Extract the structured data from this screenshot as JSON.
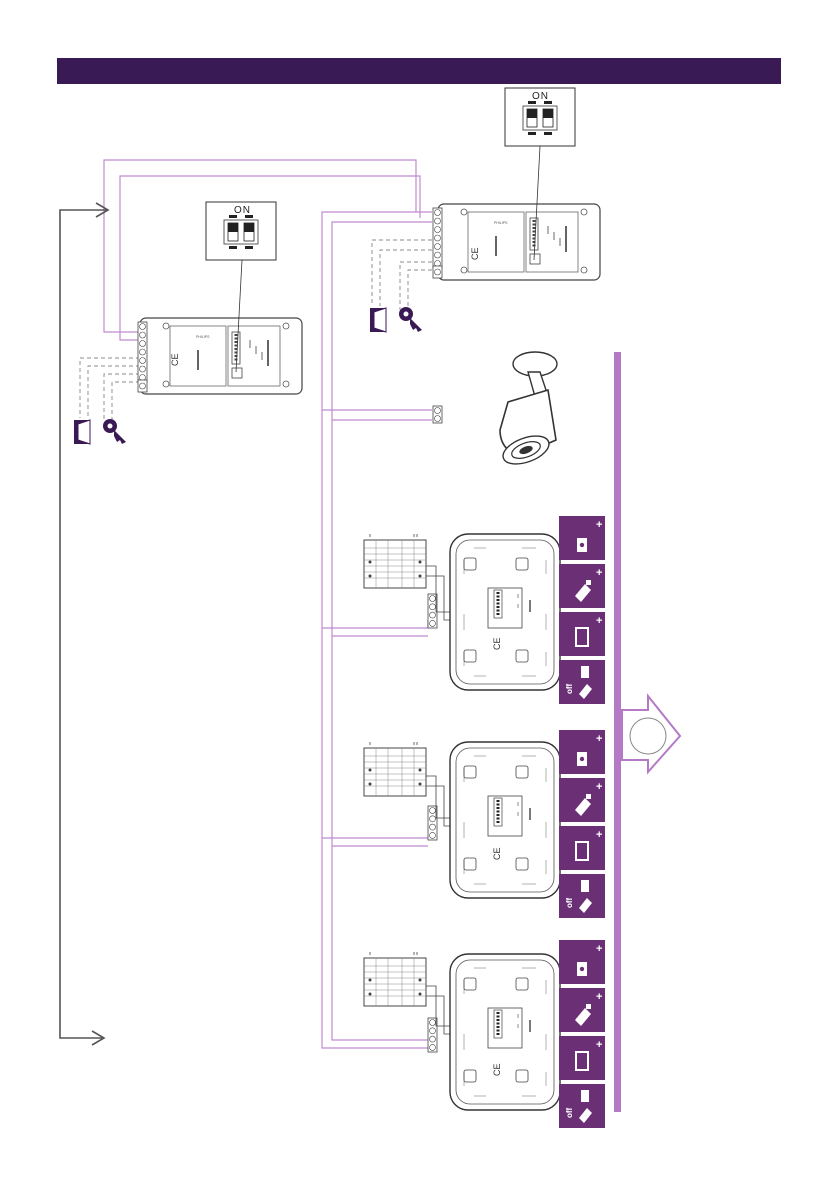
{
  "dip_switch_label": "ON",
  "certification_mark": "CE",
  "monitor_off_label": "off",
  "plus_sign": "+",
  "colors": {
    "banner": "#3a1a55",
    "wire": "#c08ad0",
    "control_tile": "#6b2f76",
    "arrow": "#555555",
    "bus_bar": "#b57ac6"
  },
  "icons": [
    "door-icon",
    "key-icon",
    "camera-icon",
    "bell-icon",
    "camera-handset-icon",
    "screen-icon",
    "off-icon"
  ]
}
